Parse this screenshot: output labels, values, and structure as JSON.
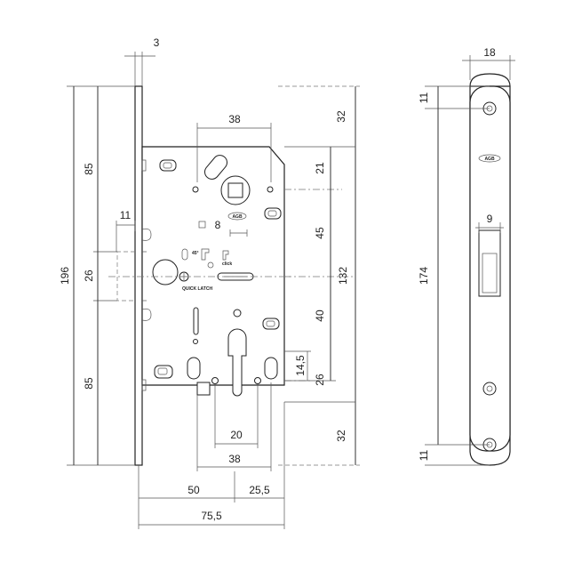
{
  "drawing": {
    "dimensions": {
      "faceplate_thickness": "3",
      "total_height": "196",
      "upper_85": "85",
      "mid_26": "26",
      "lower_85": "85",
      "latch_11": "11",
      "spindle_to_edge": "38",
      "top_32": "32",
      "bottom_32": "32",
      "body_21": "21",
      "spindle_to_latch": "45",
      "body_height_132": "132",
      "latch_to_cylinder": "40",
      "cylinder_14_5": "14,5",
      "bottom_26": "26",
      "square_8": "8",
      "cylinder_20": "20",
      "cylinder_38": "38",
      "backset_50": "50",
      "depth_25_5": "25,5",
      "total_depth": "75,5",
      "strike_width": "18",
      "strike_top_11": "11",
      "strike_slot_9": "9",
      "strike_174": "174",
      "strike_bottom_11": "11"
    },
    "labels": {
      "brand_mark": "AGB",
      "quick_latch": "QUICK LATCH",
      "click": "click",
      "angle_45": "45°"
    }
  }
}
